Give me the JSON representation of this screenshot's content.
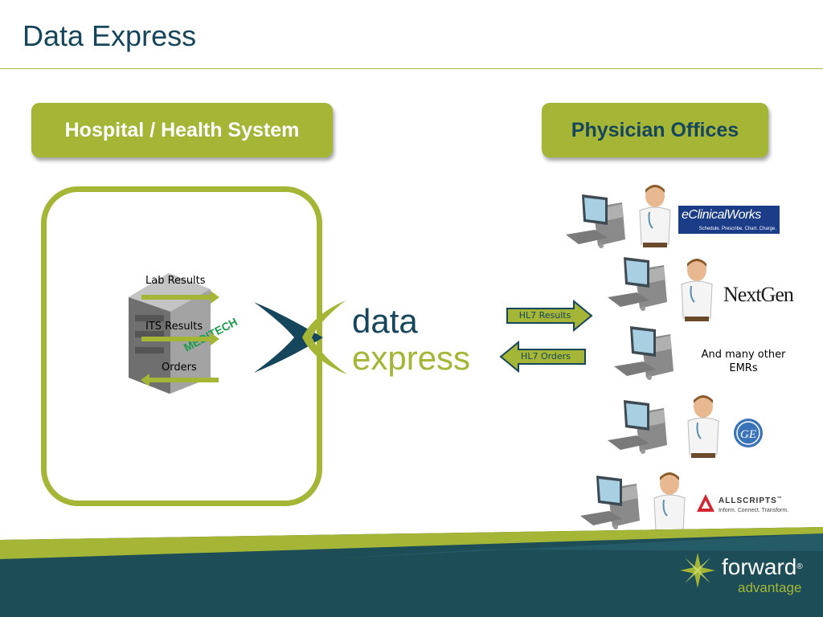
{
  "slide": {
    "title": "Data Express"
  },
  "hospital": {
    "label": "Hospital / Health System",
    "server_label": "MEDITECH",
    "flows": [
      "Lab Results",
      "ITS Results",
      "Orders"
    ]
  },
  "physician": {
    "label": "Physician Offices",
    "note": "And many other EMRs"
  },
  "hub": {
    "word1": "data",
    "word2": "express"
  },
  "hl7": {
    "results": "HL7 Results",
    "orders": "HL7 Orders"
  },
  "vendors": {
    "eclinicalworks": "eClinicalWorks",
    "eclinicalworks_tagline": "Schedule. Prescribe. Chart. Charge.",
    "nextgen": "NextGen",
    "ge": "GE",
    "allscripts": "ALLSCRIPTS",
    "allscripts_tm": "™",
    "allscripts_tagline": "Inform. Connect. Transform."
  },
  "footer": {
    "brand1": "forward",
    "brand2": "advantage",
    "reg": "®"
  },
  "colors": {
    "accent_green": "#a5b535",
    "navy": "#16465c",
    "footer_teal": "#1d4e58"
  }
}
